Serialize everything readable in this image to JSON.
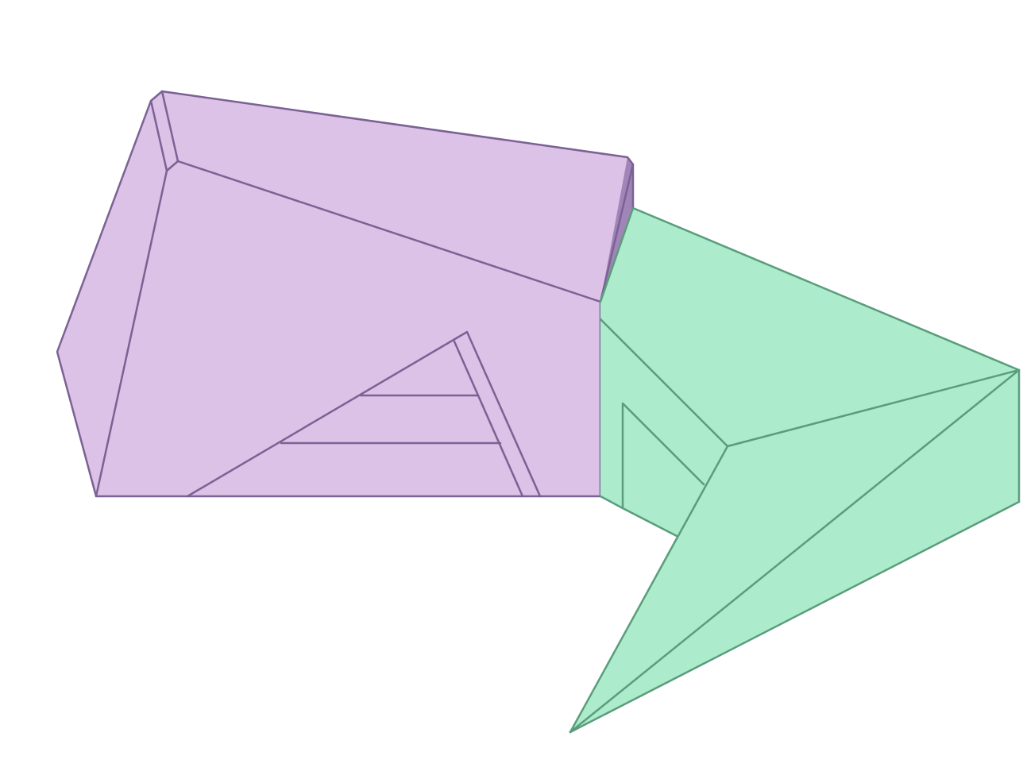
{
  "colors": {
    "background": "#ffffff",
    "purple_fill": "#dcc2e6",
    "purple_side": "#a184b8",
    "purple_stroke": "#7a6294",
    "green_fill": "#acebcb",
    "green_stroke": "#5a9d7c"
  },
  "shapes": [
    {
      "name": "purple-solid",
      "color": "purple"
    },
    {
      "name": "green-solid",
      "color": "green"
    }
  ]
}
